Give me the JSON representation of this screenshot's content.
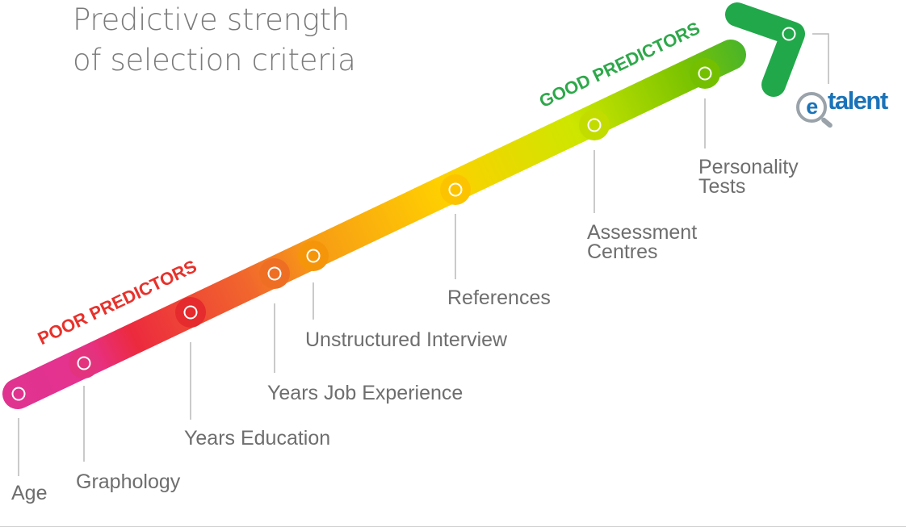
{
  "title": {
    "line1": "Predictive strength",
    "line2": "of selection criteria"
  },
  "tags": {
    "poor": "POOR PREDICTORS",
    "good": "GOOD PREDICTORS"
  },
  "logo": {
    "e": "e",
    "text": "talent"
  },
  "gradient_colors": [
    "#e0338f",
    "#ec2a3e",
    "#f1682c",
    "#f79a16",
    "#ffd000",
    "#cde600",
    "#7cc400",
    "#21a84a"
  ],
  "criteria": [
    {
      "id": "age",
      "label": [
        "Age"
      ]
    },
    {
      "id": "graphology",
      "label": [
        "Graphology"
      ]
    },
    {
      "id": "years-education",
      "label": [
        "Years Education"
      ]
    },
    {
      "id": "years-job-experience",
      "label": [
        "Years Job Experience"
      ]
    },
    {
      "id": "unstructured-interview",
      "label": [
        "Unstructured Interview"
      ]
    },
    {
      "id": "references",
      "label": [
        "References"
      ]
    },
    {
      "id": "assessment-centres",
      "label": [
        "Assessment",
        "Centres"
      ]
    },
    {
      "id": "personality-tests",
      "label": [
        "Personality",
        "Tests"
      ]
    },
    {
      "id": "top-marker",
      "label": []
    }
  ]
}
